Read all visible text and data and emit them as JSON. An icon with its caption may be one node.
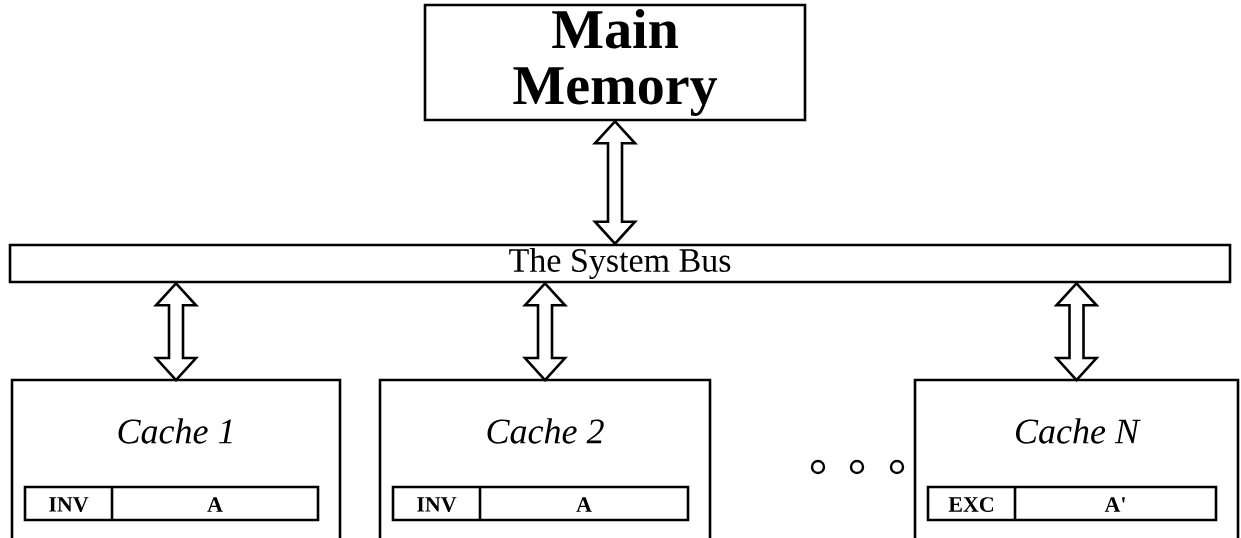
{
  "diagram": {
    "nodes": [
      {
        "text": [
          "Main Memory"
        ]
      },
      {
        "text": [
          "The System Bus"
        ]
      },
      {
        "text": [
          "Cache 1"
        ]
      },
      {
        "text": [
          "INV",
          "A"
        ],
        "in": 2
      },
      {
        "text": [
          "Cache 2"
        ]
      },
      {
        "text": [
          "INV",
          "A"
        ],
        "in": 4
      },
      {
        "text": [
          "Cache N"
        ]
      },
      {
        "text": [
          "EXC",
          "A'"
        ],
        "in": 6
      }
    ],
    "edges": [
      {
        "from": 0,
        "to": 1,
        "arrow": "both"
      },
      {
        "from": 1,
        "to": 2,
        "arrow": "both"
      },
      {
        "from": 1,
        "to": 4,
        "arrow": "both"
      },
      {
        "from": 1,
        "to": 6,
        "arrow": "both"
      }
    ]
  }
}
